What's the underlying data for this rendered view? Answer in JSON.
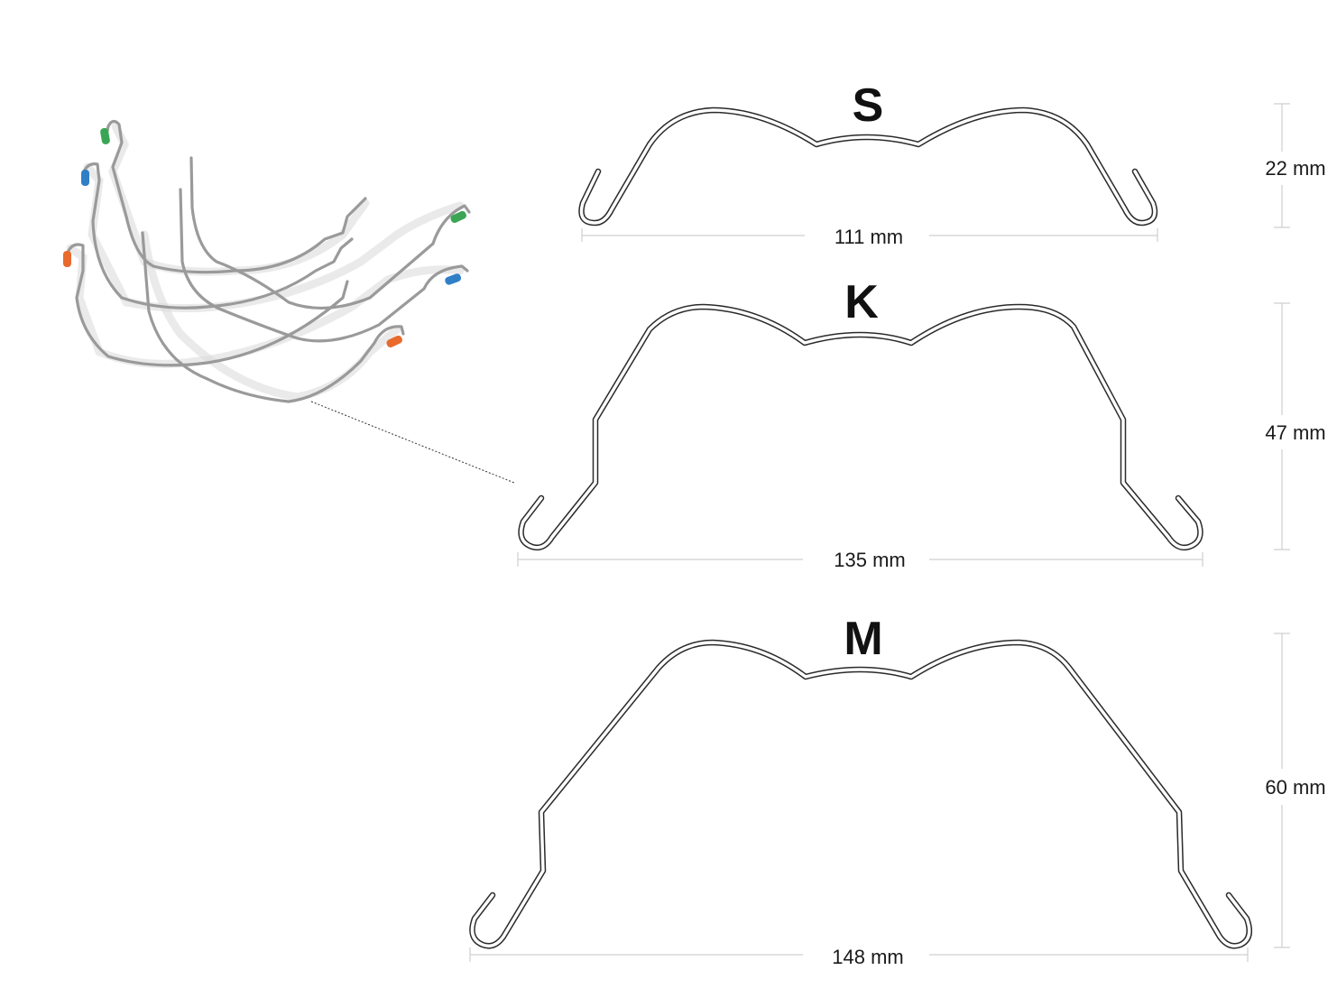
{
  "sizes": [
    {
      "label": "S",
      "width": "111 mm",
      "height": "22 mm"
    },
    {
      "label": "K",
      "width": "135 mm",
      "height": "47 mm"
    },
    {
      "label": "M",
      "width": "148 mm",
      "height": "60 mm"
    }
  ],
  "colors": {
    "green": "#3aa655",
    "blue": "#2f7fc6",
    "orange": "#e86a2c",
    "wire": "#9a9a9a"
  },
  "photo": {
    "icon": "retractor-wires-photo"
  }
}
